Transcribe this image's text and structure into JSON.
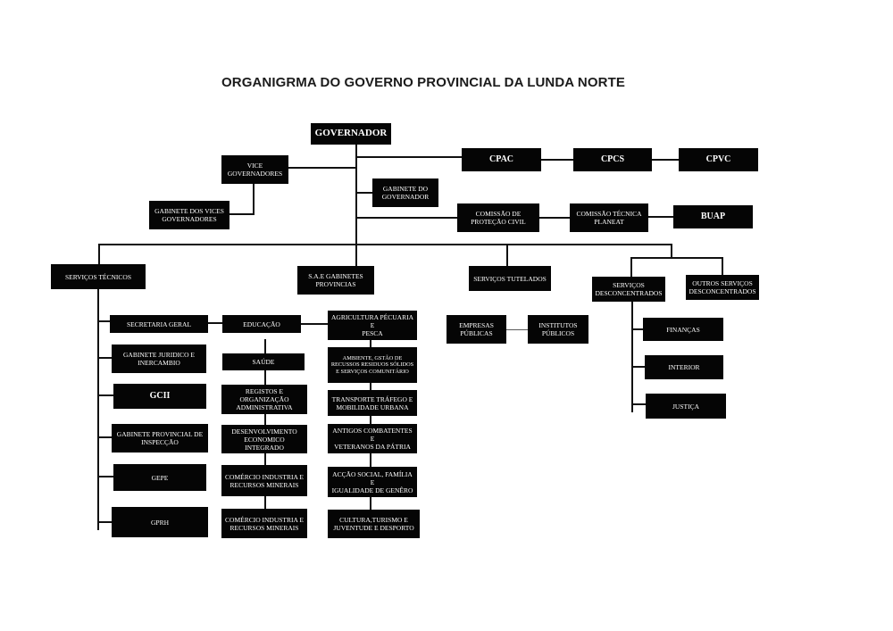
{
  "title": "ORGANIGRMA DO GOVERNO PROVINCIAL DA LUNDA NORTE",
  "nodes": {
    "governador": "GOVERNADOR",
    "vice_governadores": "VICE\nGOVERNADORES",
    "gabinete_vices": "GABINETE DOS VICES\nGOVERNADORES",
    "gabinete_governador": "GABINETE DO\nGOVERNADOR",
    "cpac": "CPAC",
    "cpcs": "CPCS",
    "cpvc": "CPVC",
    "comissao_protecao_civil": "COMISSÃO DE\nPROTEÇÃO CIVIL",
    "comissao_tecnica_planeat": "COMISSÃO TÉCNICA\nPLANEAT",
    "buap": "BUAP",
    "servicos_tecnicos": "SERVIÇOS TÉCNICOS",
    "sae_gabinetes": "S.A.E GABINETES\nPROVINCIAS",
    "servicos_tutelados": "SERVIÇOS TUTELADOS",
    "servicos_desconcentrados": "SERVIÇOS\nDESCONCENTRADOS",
    "outros_servicos": "OUTROS SERVIÇOS\nDESCONCENTRADOS",
    "secretaria_geral": "SECRETARIA GERAL",
    "gabinete_juridico": "GABINETE JURIDICO E\nINERCAMBIO",
    "gcii": "GCII",
    "gabinete_inspeccao": "GABINETE PROVINCIAL DE\nINSPECÇÃO",
    "gepe": "GEPE",
    "gprh": "GPRH",
    "educacao": "EDUCAÇÃO",
    "saude": "SAÚDE",
    "registos": "REGISTOS E ORGANIZAÇÃO\nADMINISTRATIVA",
    "desenvolvimento": "DESENVOLVIMENTO\nECONOMICO INTEGRADO",
    "comercio_1": "COMÉRCIO INDUSTRIA E\nRECURSOS MINERAIS",
    "comercio_2": "COMÉRCIO INDUSTRIA E\nRECURSOS MINERAIS",
    "agricultura": "AGRICULTURA PÉCUARIA E\nPESCA",
    "ambiente": "AMBIENTE, GSTÃO DE\nRECUSSOS RESIDUOS SÓLIDOS\nE SERVIÇOS COMUNITÁRIO",
    "transporte": "TRANSPORTE TRÁFEGO E\nMOBILIDADE URBANA",
    "antigos_combatentes": "ANTIGOS COMBATENTES E\nVETERANOS DA PÁTRIA",
    "accao_social": "ACÇÃO SOCIAL, FAMÍLIA E\nIGUALIDADE DE GENÊRO",
    "cultura": "CULTURA,TURISMO E\nJUVENTUDE E DESPORTO",
    "empresas_publicas": "EMPRESAS\nPÚBLICAS",
    "institutos_publicos": "INSTITUTOS\nPÚBLICOS",
    "financas": "FINANÇAS",
    "interior": "INTERIOR",
    "justica": "JUSTIÇA"
  }
}
